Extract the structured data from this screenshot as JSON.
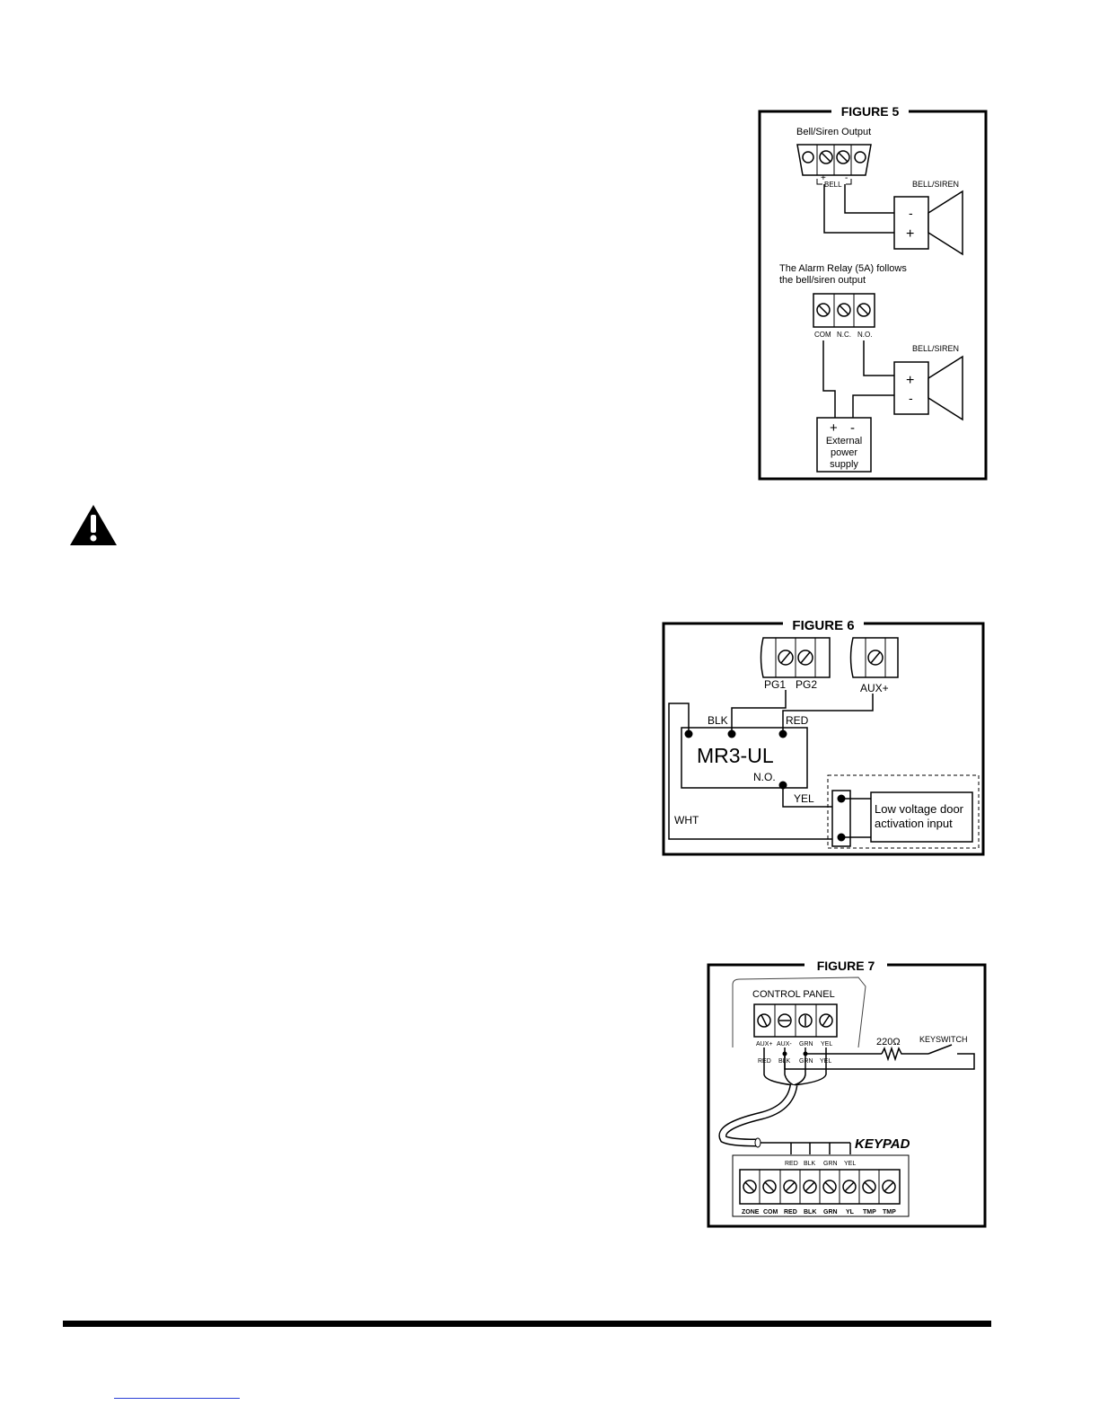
{
  "figure5": {
    "title": "FIGURE 5",
    "bell_output_label": "Bell/Siren Output",
    "plus": "+",
    "minus": "-",
    "bell_terminal": "BELL",
    "bell_siren": "BELL/SIREN",
    "relay_line1": "The Alarm Relay (5A) follows",
    "relay_line2": "the bell/siren output",
    "com": "COM",
    "nc": "N.C.",
    "no": "N.O.",
    "psu_line1": "External",
    "psu_line2": "power",
    "psu_line3": "supply"
  },
  "figure6": {
    "title": "FIGURE 6",
    "pg1": "PG1",
    "pg2": "PG2",
    "aux": "AUX+",
    "blk": "BLK",
    "red": "RED",
    "module": "MR3-UL",
    "no": "N.O.",
    "yel": "YEL",
    "wht": "WHT",
    "door_line1": "Low voltage door",
    "door_line2": "activation input"
  },
  "figure7": {
    "title": "FIGURE 7",
    "control_panel": "CONTROL PANEL",
    "panel_terms": [
      "AUX+",
      "AUX-",
      "GRN",
      "YEL"
    ],
    "wire_colors": [
      "RED",
      "BLK",
      "GRN",
      "YEL"
    ],
    "resistor": "220Ω",
    "keyswitch": "KEYSWITCH",
    "keypad": "KEYPAD",
    "keypad_terms": [
      "ZONE",
      "COM",
      "RED",
      "BLK",
      "GRN",
      "YL",
      "TMP",
      "TMP"
    ]
  }
}
